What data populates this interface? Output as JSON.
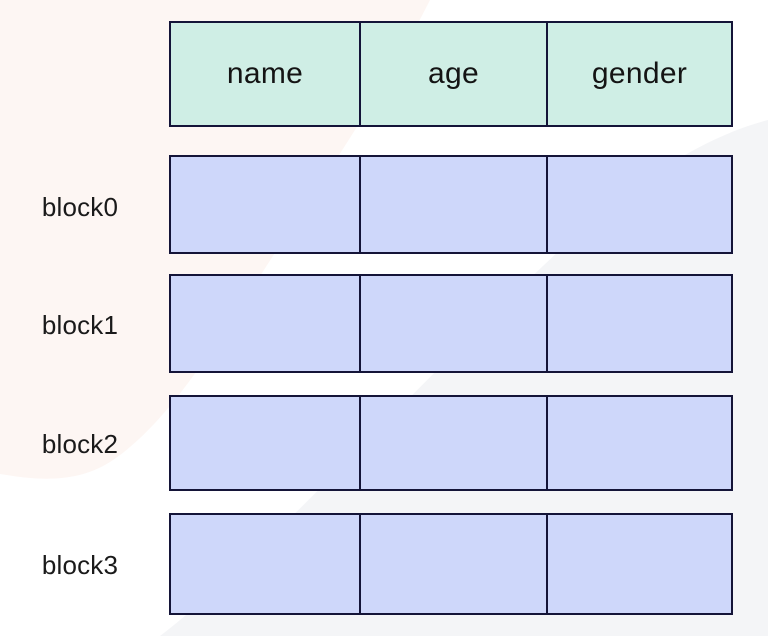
{
  "diagram": {
    "title": "table-block-layout",
    "colors": {
      "header_fill": "#cfeee5",
      "block_fill": "#ced7fa",
      "border": "#141438",
      "bg_cream": "#fdf6f3",
      "bg_gray": "#f4f5f7",
      "bg_white": "#ffffff",
      "text": "#1a1a1a"
    },
    "header": {
      "columns": [
        {
          "label": "name"
        },
        {
          "label": "age"
        },
        {
          "label": "gender"
        }
      ]
    },
    "blocks": [
      {
        "label": "block0",
        "cells": [
          "",
          "",
          ""
        ]
      },
      {
        "label": "block1",
        "cells": [
          "",
          "",
          ""
        ]
      },
      {
        "label": "block2",
        "cells": [
          "",
          "",
          ""
        ]
      },
      {
        "label": "block3",
        "cells": [
          "",
          "",
          ""
        ]
      }
    ]
  }
}
